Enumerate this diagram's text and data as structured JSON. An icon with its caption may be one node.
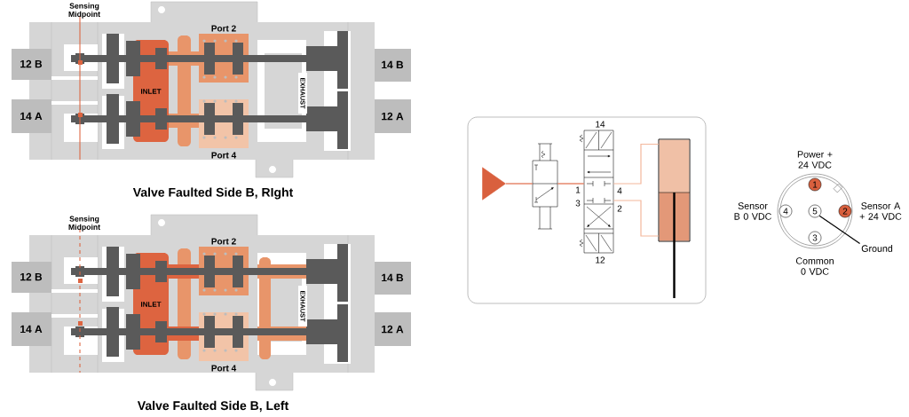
{
  "diagram": {
    "nodes": [
      {
        "text": [
          "1"
        ],
        "beside": [
          "Power + 24 VDC"
        ]
      },
      {
        "text": [
          "4"
        ],
        "beside": [
          "Sensor B 0 VDC"
        ]
      },
      {
        "text": [
          "5"
        ]
      },
      {
        "text": [
          "2"
        ],
        "beside": [
          "Sensor A + 24 VDC"
        ]
      },
      {
        "text": [
          "3"
        ],
        "beside": [
          "Common 0 VDC"
        ]
      },
      {
        "text": [
          "Ground"
        ]
      },
      {
        "text": [],
        "shape": "triangle"
      },
      {
        "text": [],
        "shape": "box"
      },
      {
        "text": [],
        "shape": "box"
      },
      {
        "text": [],
        "shape": "cylinder"
      }
    ],
    "edges": [
      {
        "from": 6,
        "to": 7,
        "arrow": "none",
        "color": "#e06a48"
      },
      {
        "from": 7,
        "to": 8,
        "arrow": "none",
        "color": "#e06a48"
      },
      {
        "from": 8,
        "to": 9,
        "arrow": "none",
        "color": "#f4b79c"
      },
      {
        "from": 8,
        "to": 9,
        "arrow": "none",
        "color": "#f4b79c"
      },
      {
        "from": 5,
        "to": 2,
        "arrow": "none",
        "color": "#000000"
      }
    ],
    "labels": [
      "Sensing Midpoint",
      "Port 2",
      "12 B",
      "14 B",
      "INLET",
      "EXHAUST",
      "14 A",
      "12 A",
      "Port 4",
      "Valve Faulted Side B, RIght",
      "14",
      "1",
      "4",
      "3",
      "2",
      "12",
      "Sensing Midpoint",
      "Port 2",
      "12 B",
      "14 B",
      "INLET",
      "EXHAUST",
      "14 A",
      "12 A",
      "Port 4",
      "Valve Faulted Side B, Left"
    ]
  }
}
